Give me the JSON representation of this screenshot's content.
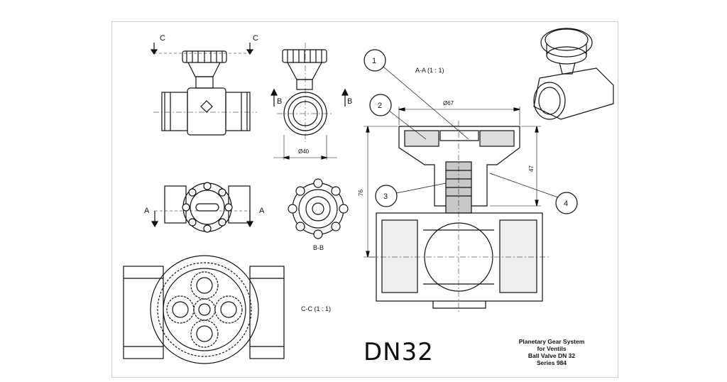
{
  "drawing": {
    "section_labels": {
      "c_left": "C",
      "c_right": "C",
      "a_left": "A",
      "a_right": "A",
      "b_left": "B",
      "b_right": "B",
      "view_aa": "A-A  (1 : 1)",
      "view_bb": "B-B",
      "view_cc": "C-C  (1 : 1)"
    },
    "dimensions": {
      "handle_diameter": "Ø67",
      "body_diameter": "Ø40",
      "height_76": "76",
      "height_47": "47"
    },
    "callouts": [
      "1",
      "2",
      "3",
      "4"
    ],
    "big_label": "DN32",
    "title_block": {
      "line1": "Planetary Gear System",
      "line2": "for Ventils",
      "line3": "Ball Valve DN 32",
      "line4": "Series 984"
    }
  }
}
